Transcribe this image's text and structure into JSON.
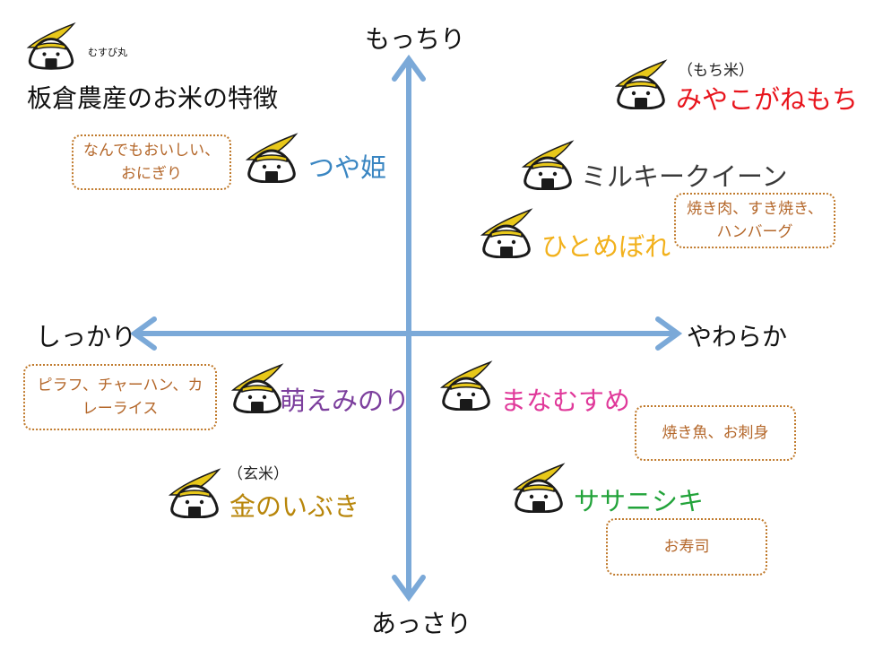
{
  "header": {
    "brand": "むすび丸",
    "title": "板倉農産のお米の特徴"
  },
  "axes": {
    "top": "もっちり",
    "bottom": "あっさり",
    "left": "しっかり",
    "right": "やわらか"
  },
  "varieties": [
    {
      "name": "つや姫",
      "note": "",
      "color": "#3a86c2"
    },
    {
      "name": "みやこがねもち",
      "note": "（もち米）",
      "color": "#e8141c"
    },
    {
      "name": "ミルキークイーン",
      "note": "",
      "color": "#3a3a3a"
    },
    {
      "name": "ひとめぼれ",
      "note": "",
      "color": "#f2b11c"
    },
    {
      "name": "萌えみのり",
      "note": "",
      "color": "#7c3f9d"
    },
    {
      "name": "まなむすめ",
      "note": "",
      "color": "#e0399a"
    },
    {
      "name": "金のいぶき",
      "note": "（玄米）",
      "color": "#b8860b"
    },
    {
      "name": "ササニシキ",
      "note": "",
      "color": "#22a33a"
    }
  ],
  "dishes": [
    {
      "text": "なんでもおいしい、おにぎり"
    },
    {
      "text": "焼き肉、すき焼き、ハンバーグ"
    },
    {
      "text": "ピラフ、チャーハン、カレーライス"
    },
    {
      "text": "焼き魚、お刺身"
    },
    {
      "text": "お寿司"
    }
  ],
  "colors": {
    "axis": "#7ba9d8",
    "dish_border": "#c07a2c",
    "dish_text": "#b4672a",
    "helmet": "#e8c81a"
  },
  "icons": {
    "mascot": "onigiri-mascot-icon"
  }
}
